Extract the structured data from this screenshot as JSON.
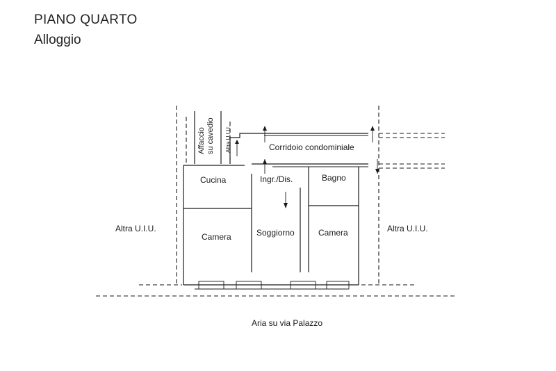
{
  "header": {
    "title": "PIANO QUARTO",
    "subtitle": "Alloggio"
  },
  "plan": {
    "rooms": {
      "cucina": "Cucina",
      "camera_left": "Camera",
      "soggiorno": "Soggiorno",
      "ingresso": "Ingr./Dis.",
      "bagno": "Bagno",
      "camera_right": "Camera",
      "corridoio": "Corridoio condominiale"
    },
    "affaccio_line1": "Affaccio",
    "affaccio_line2": "su cavedio",
    "altra_small": "Altra U.I.U.",
    "altra_left": "Altra U.I.U.",
    "altra_right": "Altra U.I.U.",
    "aria": "Aria su via Palazzo"
  },
  "colors": {
    "line": "#1a1a1a",
    "background": "#ffffff"
  }
}
